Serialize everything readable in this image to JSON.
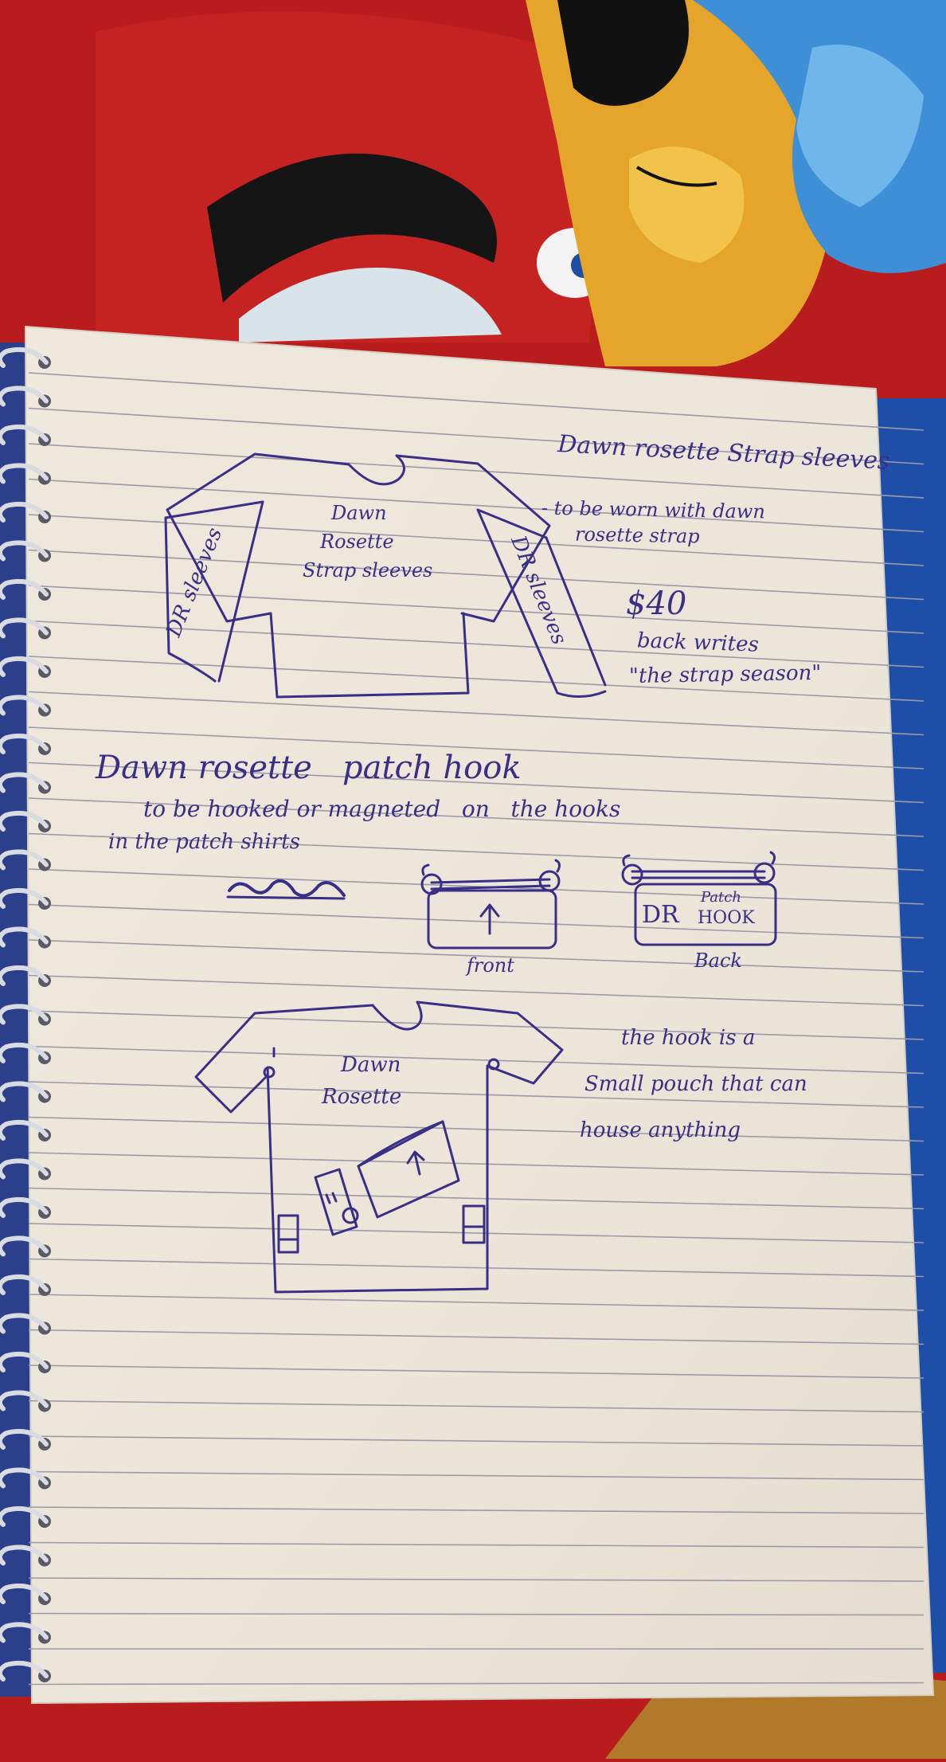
{
  "colors": {
    "ink": "#3a2f86",
    "paper": "#ece7dc",
    "rule_line": "#9a9aa8",
    "fabric_red": "#b81c1c",
    "binder_blue": "#1d4fa8"
  },
  "page1": {
    "title": "Dawn rosette Strap sleeves",
    "note_line1": "- to be worn with dawn",
    "note_line2": "rosette strap",
    "price": "$40",
    "back_line1": "back writes",
    "back_line2": "\"the strap season\"",
    "shirt_line1": "Dawn",
    "shirt_line2": "Rosette",
    "shirt_line3": "Strap sleeves",
    "left_sleeve": "DR sleeves",
    "right_sleeve": "DR sleeves"
  },
  "patch_hook": {
    "title": "Dawn rosette   patch hook",
    "line1": "to be hooked or magneted   on   the hooks",
    "line2": "in the patch shirts",
    "front_label": "front",
    "back_label": "Back",
    "back_dr": "DR",
    "back_patch": "Patch",
    "back_hook": "HOOK"
  },
  "shirt2": {
    "line1": "Dawn",
    "line2": "Rosette",
    "note_line1": "the hook is a",
    "note_line2": "Small pouch that can",
    "note_line3": "house anything"
  }
}
